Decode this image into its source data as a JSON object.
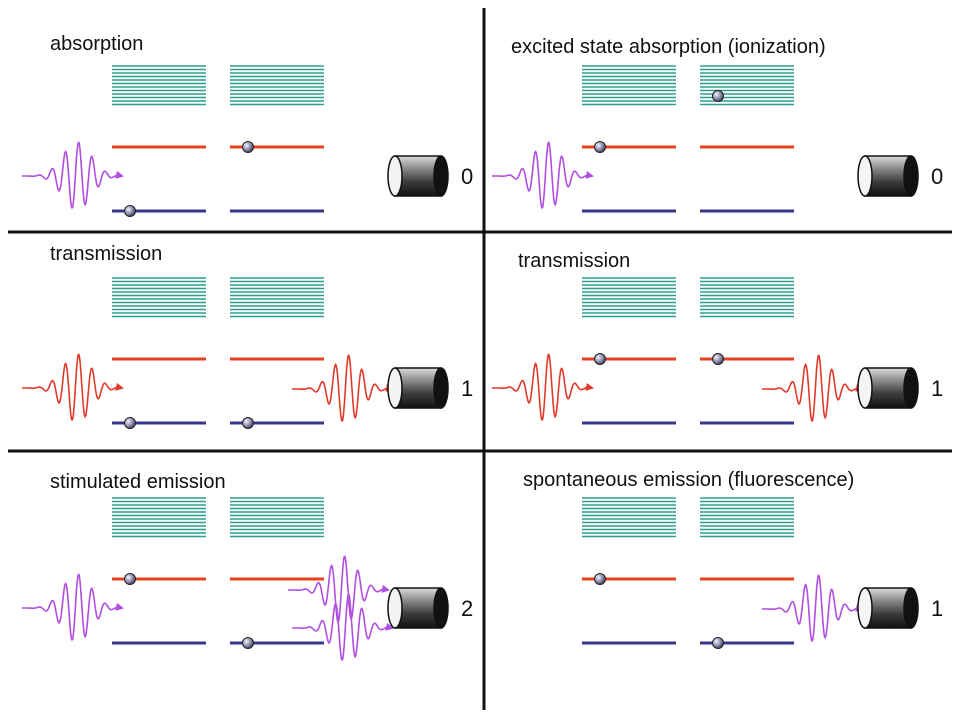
{
  "colors": {
    "upper_level": "#e8401c",
    "lower_level": "#3a348c",
    "band": "#2a9d8f",
    "wave_violet": "#b04fe0",
    "wave_red": "#e03a2a",
    "divider": "#111111"
  },
  "panels": [
    {
      "id": "absorption",
      "title": "absorption",
      "count": "0",
      "electrons": [
        "lower-left",
        "upper-right"
      ],
      "pulse": "violet",
      "output_pulses": 0
    },
    {
      "id": "excited-state-absorption",
      "title": "excited state absorption (ionization)",
      "count": "0",
      "electrons": [
        "upper-left",
        "band-right"
      ],
      "pulse": "violet",
      "output_pulses": 0
    },
    {
      "id": "transmission-left",
      "title": "transmission",
      "count": "1",
      "electrons": [
        "lower-left",
        "lower-right"
      ],
      "pulse": "red",
      "output_pulses": 1
    },
    {
      "id": "transmission-right",
      "title": "transmission",
      "count": "1",
      "electrons": [
        "upper-left",
        "upper-right"
      ],
      "pulse": "red",
      "output_pulses": 1
    },
    {
      "id": "stimulated-emission",
      "title": "stimulated emission",
      "count": "2",
      "electrons": [
        "upper-left",
        "lower-right"
      ],
      "pulse": "violet",
      "output_pulses": 2
    },
    {
      "id": "spontaneous-emission",
      "title": "spontaneous emission (fluorescence)",
      "count": "1",
      "electrons": [
        "upper-left",
        "lower-right"
      ],
      "pulse": "none",
      "output_pulses": 1
    }
  ]
}
